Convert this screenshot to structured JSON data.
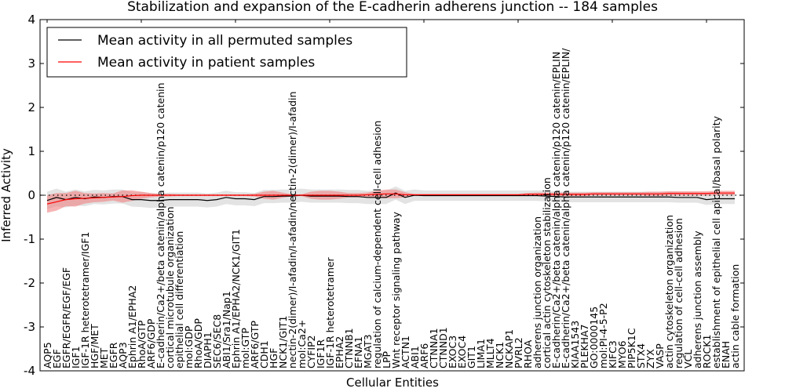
{
  "chart_data": {
    "type": "line",
    "title": "Stabilization and expansion of the E-cadherin adherens junction -- 184 samples",
    "xlabel": "Cellular Entities",
    "ylabel": "Inferred Activity",
    "ylim": [
      -4,
      4
    ],
    "yticks": [
      "-4",
      "-3",
      "-2",
      "-1",
      "0",
      "1",
      "2",
      "3",
      "4"
    ],
    "legend_position": "top-left",
    "categories": [
      "AQP5",
      "EGF",
      "EGFR/EGFR/EGF/EGF",
      "IGF1",
      "IGF-1R heterotetramer/IGF1",
      "HGF/MET",
      "MET",
      "EGFR",
      "AQP3",
      "Ephrin A1/EPHA2",
      "RhoA/GTP",
      "ARF6/GDP",
      "E-cadherin/Ca2+/beta catenin/alpha catenin/p120 catenin",
      "cortical microtubule organization",
      "epithelial cell differentiation",
      "mol:GDP",
      "RhoA/GDP",
      "DIAPH1",
      "SEC6/SEC8",
      "ABI1/Sra1/Nap1",
      "Ephrin A1/EPHA2/NCK1/GIT1",
      "mol:GTP",
      "ARF6/GTP",
      "CDH1",
      "HGF",
      "NCK1/GIT1",
      "nectin-2(dimer)/I-afadin/I-afadin/nectin-2(dimer)/I-afadin",
      "mol:Ca2+",
      "CYFIP2",
      "IGF1R",
      "IGF-1R heterotetramer",
      "EPHA2",
      "CTNNB1",
      "EFNA1",
      "MGAT3",
      "regulation of calcium-dependent cell-cell adhesion",
      "LPP",
      "Wnt receptor signaling pathway",
      "ACTN1",
      "ABI1",
      "ARF6",
      "CTNNA1",
      "CTNND1",
      "EXOC3",
      "EXOC4",
      "GIT1",
      "LIMA1",
      "MLLT4",
      "NCK1",
      "NCKAP1",
      "PVRL2",
      "RHOA",
      "adherens junction organization",
      "cortical actin cytoskeleton stabilization",
      "E-cadherin/Ca2+/beta catenin/alpha catenin/p120 catenin/EPLIN",
      "E-cadherin/Ca2+/beta catenin/alpha catenin/p120 catenin/EPLIN/",
      "KIAA1543",
      "PLEKHA7",
      "GO:0000145",
      "mol:PI-4-5-P2",
      "KIFC3",
      "MYO6",
      "PIP5K1C",
      "STX4",
      "ZYX",
      "VASP",
      "actin cytoskeleton organization",
      "regulation of cell-cell adhesion",
      "VCL",
      "adherens junction assembly",
      "ROCK1",
      "establishment of epithelial cell apical/basal polarity",
      "ENAH",
      "actin cable formation"
    ],
    "series": [
      {
        "name": "Mean activity in all permuted samples",
        "color": "#000000",
        "band_color": "#c8c8c8",
        "values": [
          -0.12,
          -0.05,
          -0.1,
          -0.05,
          -0.08,
          -0.04,
          -0.05,
          -0.03,
          -0.03,
          -0.1,
          -0.1,
          -0.12,
          -0.12,
          -0.1,
          -0.1,
          -0.1,
          -0.1,
          -0.12,
          -0.1,
          -0.05,
          -0.08,
          -0.08,
          -0.1,
          -0.03,
          -0.03,
          -0.02,
          -0.02,
          0,
          -0.02,
          -0.02,
          -0.02,
          -0.02,
          -0.03,
          -0.03,
          -0.05,
          -0.05,
          -0.05,
          0.05,
          -0.05,
          0,
          -0.01,
          -0.01,
          -0.01,
          -0.01,
          -0.01,
          -0.01,
          -0.01,
          -0.01,
          -0.01,
          -0.01,
          -0.01,
          -0.01,
          -0.01,
          -0.02,
          -0.03,
          -0.04,
          -0.04,
          -0.04,
          -0.04,
          -0.04,
          -0.04,
          -0.04,
          -0.04,
          -0.04,
          -0.04,
          -0.04,
          -0.04,
          -0.05,
          -0.05,
          -0.05,
          -0.1,
          -0.08,
          -0.08,
          -0.08
        ],
        "band_halfwidth": [
          0.2,
          0.2,
          0.18,
          0.18,
          0.17,
          0.16,
          0.16,
          0.16,
          0.16,
          0.16,
          0.17,
          0.17,
          0.16,
          0.16,
          0.16,
          0.16,
          0.16,
          0.16,
          0.16,
          0.15,
          0.15,
          0.15,
          0.15,
          0.15,
          0.15,
          0.15,
          0.15,
          0.15,
          0.15,
          0.15,
          0.15,
          0.15,
          0.15,
          0.15,
          0.15,
          0.15,
          0.15,
          0.15,
          0.15,
          0.13,
          0.12,
          0.12,
          0.12,
          0.12,
          0.12,
          0.12,
          0.12,
          0.12,
          0.12,
          0.12,
          0.12,
          0.12,
          0.12,
          0.12,
          0.12,
          0.12,
          0.12,
          0.12,
          0.12,
          0.12,
          0.12,
          0.12,
          0.12,
          0.12,
          0.12,
          0.12,
          0.12,
          0.12,
          0.12,
          0.12,
          0.12,
          0.12,
          0.12,
          0.12
        ]
      },
      {
        "name": "Mean activity in patient samples",
        "color": "#ff0000",
        "band_color": "#f08080",
        "values": [
          -0.2,
          -0.15,
          -0.1,
          -0.08,
          -0.07,
          -0.06,
          -0.05,
          -0.04,
          -0.03,
          -0.01,
          0,
          0,
          0,
          0,
          0,
          0,
          0,
          0,
          0,
          0,
          0,
          0,
          0,
          0,
          0,
          0,
          0,
          0,
          0,
          0,
          0,
          0,
          0,
          0,
          0.01,
          0.02,
          0.03,
          0.03,
          0.01,
          0.01,
          0.01,
          0.01,
          0.01,
          0.01,
          0.01,
          0.01,
          0.01,
          0.01,
          0.01,
          0.01,
          0.01,
          0.02,
          0.02,
          0.02,
          0.02,
          0.02,
          0.02,
          0.02,
          0.03,
          0.03,
          0.03,
          0.03,
          0.03,
          0.03,
          0.03,
          0.03,
          0.04,
          0.04,
          0.04,
          0.04,
          0.04,
          0.05,
          0.05,
          0.05
        ],
        "band_halfwidth": [
          0.2,
          0.2,
          0.15,
          0.18,
          0.12,
          0.1,
          0.1,
          0.08,
          0.14,
          0.12,
          0.08,
          0.05,
          0.03,
          0.03,
          0.02,
          0.02,
          0.02,
          0.02,
          0.02,
          0.02,
          0.02,
          0.02,
          0.03,
          0.08,
          0.1,
          0.06,
          0.02,
          0.02,
          0.08,
          0.1,
          0.1,
          0.08,
          0.05,
          0.05,
          0.05,
          0.08,
          0.1,
          0.1,
          0.06,
          0.02,
          0.02,
          0.02,
          0.02,
          0.02,
          0.02,
          0.02,
          0.02,
          0.02,
          0.02,
          0.02,
          0.02,
          0.03,
          0.04,
          0.04,
          0.04,
          0.04,
          0.04,
          0.04,
          0.04,
          0.04,
          0.04,
          0.04,
          0.04,
          0.04,
          0.05,
          0.05,
          0.05,
          0.05,
          0.05,
          0.05,
          0.05,
          0.05,
          0.05,
          0.05
        ]
      }
    ]
  }
}
